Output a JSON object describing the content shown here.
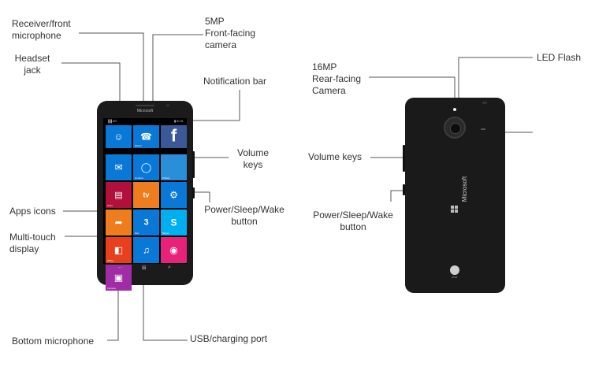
{
  "labels": {
    "receiver_mic": [
      "Receiver/front",
      "microphone"
    ],
    "front_camera": [
      "5MP",
      "Front-facing",
      "camera"
    ],
    "headset_jack": [
      "Headset",
      "jack"
    ],
    "notification_bar": [
      "Notification bar"
    ],
    "volume_keys_front": [
      "Volume",
      "keys"
    ],
    "apps_icons": [
      "Apps icons"
    ],
    "power_front": [
      "Power/Sleep/Wake",
      "button"
    ],
    "multi_touch": [
      "Multi-touch",
      "display"
    ],
    "bottom_mic": [
      "Bottom microphone"
    ],
    "usb_port": [
      "USB/charging port"
    ],
    "rear_camera": [
      "16MP",
      "Rear-facing",
      "Camera"
    ],
    "led_flash": [
      "LED Flash"
    ],
    "volume_keys_back": [
      "Volume keys"
    ],
    "power_back": [
      "Power/Sleep/Wake",
      "button"
    ]
  },
  "front_phone": {
    "brand": "Microsoft",
    "status_left": "▐▐ 4G",
    "status_right": "▮ 8:15",
    "nav": {
      "back": "←",
      "home": "⊞",
      "search": "⌕"
    },
    "tiles": [
      {
        "id": "people",
        "color": "#0a78d7",
        "glyph": "☺",
        "caption": ""
      },
      {
        "id": "phone",
        "color": "#0a78d7",
        "glyph": "☎",
        "caption": "Phone"
      },
      {
        "id": "facebook",
        "color": "#3b5998",
        "glyph": "f",
        "caption": ""
      },
      {
        "id": "messaging",
        "color": "#0a78d7",
        "glyph": "✉",
        "caption": ""
      },
      {
        "id": "cortana",
        "color": "#0a78d7",
        "glyph": "◯",
        "caption": "Cortana"
      },
      {
        "id": "photos",
        "color": "#2a8fd8",
        "glyph": "",
        "caption": "Photos"
      },
      {
        "id": "store",
        "color": "#b0103a",
        "glyph": "▤",
        "caption": "Store"
      },
      {
        "id": "tv",
        "color": "#ef7d1e",
        "glyph": "tv",
        "caption": ""
      },
      {
        "id": "settings",
        "color": "#0a78d7",
        "glyph": "⚙",
        "caption": ""
      },
      {
        "id": "maps",
        "color": "#ef7d1e",
        "glyph": "➦",
        "caption": ""
      },
      {
        "id": "calendar",
        "color": "#0a78d7",
        "glyph": "3",
        "caption": "Sun"
      },
      {
        "id": "skype",
        "color": "#00aff0",
        "glyph": "S",
        "caption": "Skype"
      },
      {
        "id": "office",
        "color": "#e8401c",
        "glyph": "◧",
        "caption": "Office"
      },
      {
        "id": "music",
        "color": "#0a78d7",
        "glyph": "♫",
        "caption": ""
      },
      {
        "id": "groove",
        "color": "#e8227a",
        "glyph": "◉",
        "caption": ""
      },
      {
        "id": "camera",
        "color": "#a12da6",
        "glyph": "▣",
        "caption": "Camera"
      }
    ]
  },
  "back_phone": {
    "brand": "Microsoft",
    "carrier": "AT&T"
  }
}
